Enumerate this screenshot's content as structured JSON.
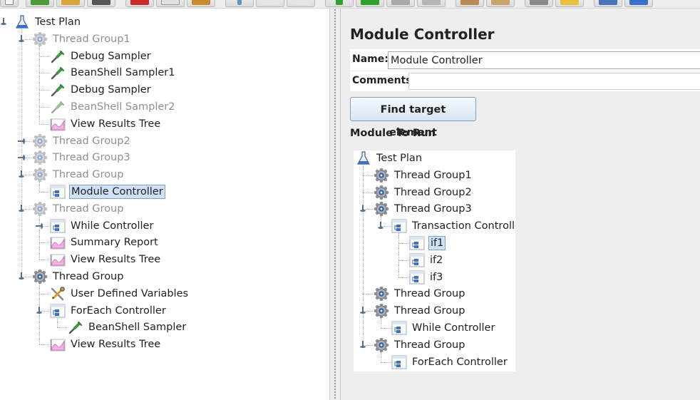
{
  "left_tree": [
    {
      "label": "Test Plan",
      "type": "test-plan",
      "level": 0,
      "enabled": true,
      "toggle": "open"
    },
    {
      "label": "Thread Group1",
      "type": "thread-group",
      "level": 1,
      "enabled": false,
      "toggle": "open"
    },
    {
      "label": "Debug Sampler",
      "type": "sampler",
      "level": 2,
      "enabled": true,
      "toggle": null
    },
    {
      "label": "BeanShell Sampler1",
      "type": "sampler",
      "level": 2,
      "enabled": true,
      "toggle": null
    },
    {
      "label": "Debug Sampler",
      "type": "sampler",
      "level": 2,
      "enabled": true,
      "toggle": null
    },
    {
      "label": "BeanShell Sampler2",
      "type": "sampler",
      "level": 2,
      "enabled": false,
      "toggle": null
    },
    {
      "label": "View Results Tree",
      "type": "listener",
      "level": 2,
      "enabled": true,
      "toggle": null
    },
    {
      "label": "Thread Group2",
      "type": "thread-group",
      "level": 1,
      "enabled": false,
      "toggle": "closed"
    },
    {
      "label": "Thread Group3",
      "type": "thread-group",
      "level": 1,
      "enabled": false,
      "toggle": "closed"
    },
    {
      "label": "Thread Group",
      "type": "thread-group",
      "level": 1,
      "enabled": false,
      "toggle": "open"
    },
    {
      "label": "Module Controller",
      "type": "controller",
      "level": 2,
      "enabled": true,
      "toggle": null,
      "selected": true
    },
    {
      "label": "Thread Group",
      "type": "thread-group",
      "level": 1,
      "enabled": false,
      "toggle": "open"
    },
    {
      "label": "While Controller",
      "type": "controller",
      "level": 2,
      "enabled": true,
      "toggle": "closed"
    },
    {
      "label": "Summary Report",
      "type": "listener",
      "level": 2,
      "enabled": true,
      "toggle": null
    },
    {
      "label": "View Results Tree",
      "type": "listener",
      "level": 2,
      "enabled": true,
      "toggle": null
    },
    {
      "label": "Thread Group",
      "type": "thread-group",
      "level": 1,
      "enabled": true,
      "toggle": "open"
    },
    {
      "label": "User Defined Variables",
      "type": "config",
      "level": 2,
      "enabled": true,
      "toggle": null
    },
    {
      "label": "ForEach Controller",
      "type": "controller",
      "level": 2,
      "enabled": true,
      "toggle": "open"
    },
    {
      "label": "BeanShell Sampler",
      "type": "sampler",
      "level": 3,
      "enabled": true,
      "toggle": null
    },
    {
      "label": "View Results Tree",
      "type": "listener",
      "level": 2,
      "enabled": true,
      "toggle": null
    }
  ],
  "panel": {
    "title": "Module Controller",
    "name_label": "Name:",
    "name_value": "Module Controller",
    "comments_label": "Comments:",
    "comments_value": "",
    "find_button": "Find target element",
    "module_to_run_label": "Module To Run"
  },
  "module_tree": [
    {
      "label": "Test Plan",
      "type": "test-plan",
      "level": 0,
      "toggle": null
    },
    {
      "label": "Thread Group1",
      "type": "thread-group",
      "level": 1,
      "toggle": null
    },
    {
      "label": "Thread Group2",
      "type": "thread-group",
      "level": 1,
      "toggle": null
    },
    {
      "label": "Thread Group3",
      "type": "thread-group",
      "level": 1,
      "toggle": "open"
    },
    {
      "label": "Transaction Controller",
      "type": "controller",
      "level": 2,
      "toggle": "open"
    },
    {
      "label": "if1",
      "type": "controller",
      "level": 3,
      "toggle": null,
      "selected": true
    },
    {
      "label": "if2",
      "type": "controller",
      "level": 3,
      "toggle": null
    },
    {
      "label": "if3",
      "type": "controller",
      "level": 3,
      "toggle": null
    },
    {
      "label": "Thread Group",
      "type": "thread-group",
      "level": 1,
      "toggle": null
    },
    {
      "label": "Thread Group",
      "type": "thread-group",
      "level": 1,
      "toggle": "open"
    },
    {
      "label": "While Controller",
      "type": "controller",
      "level": 2,
      "toggle": null
    },
    {
      "label": "Thread Group",
      "type": "thread-group",
      "level": 1,
      "toggle": "open"
    },
    {
      "label": "ForEach Controller",
      "type": "controller",
      "level": 2,
      "toggle": null
    }
  ],
  "toolbar_icons": [
    "new-icon",
    "templates-icon",
    "open-icon",
    "save-icon",
    "cut-icon",
    "copy-icon",
    "paste-icon",
    "expand-icon",
    "collapse-icon",
    "toggle-icon",
    "start-icon",
    "start-no-pauses-icon",
    "stop-icon",
    "shutdown-icon",
    "clear-icon",
    "clear-all-icon",
    "search-icon",
    "reset-search-icon",
    "function-helper-icon",
    "help-icon"
  ]
}
